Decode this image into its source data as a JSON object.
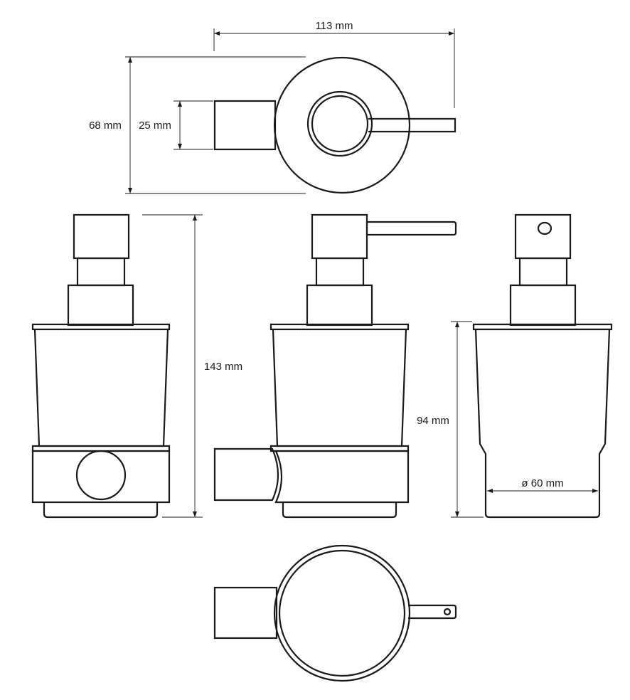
{
  "dimensions": {
    "width_top": "113 mm",
    "height_top": "68 mm",
    "knurl_height": "25 mm",
    "total_height": "143 mm",
    "glass_height": "94 mm",
    "diameter": "ø 60 mm"
  },
  "colors": {
    "line": "#1a1a1a",
    "background": "#ffffff"
  }
}
